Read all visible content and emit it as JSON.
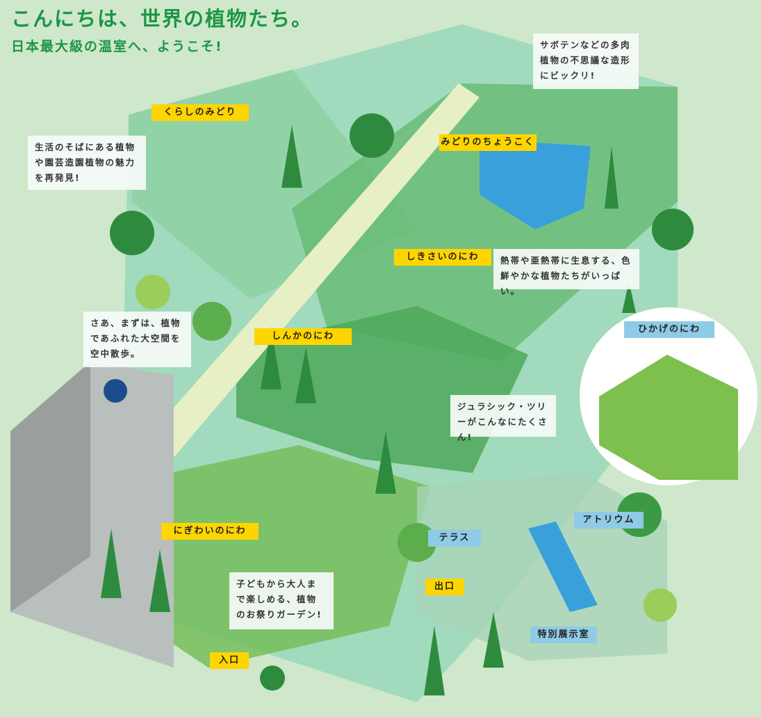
{
  "header": {
    "title": "こんにちは、世界の植物たち。",
    "subtitle": "日本最大級の温室へ、ようこそ!"
  },
  "zones": {
    "kurashi": "くらしのみどり",
    "chokoku": "みどりのちょうこく",
    "shikisai": "しきさいのにわ",
    "shinka": "しんかのにわ",
    "nigiwai": "にぎわいのにわ",
    "hikage": "ひかげのにわ",
    "atrium": "アトリウム",
    "terrace": "テラス",
    "exhibit": "特別展示室",
    "exit": "出口",
    "entrance": "入口"
  },
  "notes": {
    "cactus": "サボテンなどの多肉植物の不思議な造形にビックリ!",
    "living": "生活のそばにある植物や園芸造園植物の魅力を再発見!",
    "tropical": "熱帯や亜熱帯に生息する、色鮮やかな植物たちがいっぱい。",
    "walk": "さあ、まずは、植物であふれた大空間を空中散歩。",
    "jurassic": "ジュラシック・ツリーがこんなにたくさん!",
    "festival": "子どもから大人まで楽しめる、植物のお祭りガーデン!"
  },
  "colors": {
    "background": "#cfe7cb",
    "title": "#1b9645",
    "zone_label": "#ffd500",
    "facility_label": "#8fcbe6"
  }
}
